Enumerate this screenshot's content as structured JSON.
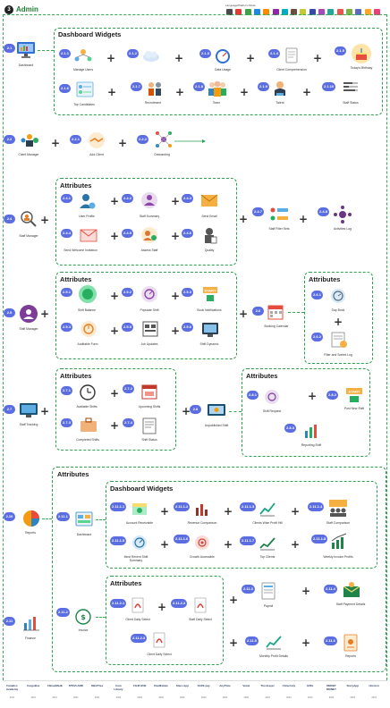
{
  "header": {
    "badge": "3",
    "title": "Admin"
  },
  "legend": {
    "title": "Language/Platform Mode",
    "colors": [
      "#4a4a4a",
      "#e53935",
      "#43a047",
      "#1e88e5",
      "#fb8c00",
      "#8e24aa",
      "#00acc1",
      "#6d4c41",
      "#c0ca33",
      "#3949ab",
      "#ab47bc",
      "#26a69a",
      "#ef5350",
      "#7cb342",
      "#5c6bc0",
      "#ffa726",
      "#ec407a"
    ]
  },
  "nodes": {
    "n2_1": {
      "badge": "2.1",
      "label": "Dashboard",
      "icon": "monitor-dashboard-icon"
    },
    "dash_title": "Dashboard Widgets",
    "w2_1_1": {
      "badge": "2.1.1",
      "label": "Manage Users",
      "icon": "users-network-icon"
    },
    "w2_1_2": {
      "badge": "2.1.2",
      "label": "",
      "icon": "cloud-icon"
    },
    "w2_1_3": {
      "badge": "2.1.3",
      "label": "Data Usage",
      "icon": "gauge-icon"
    },
    "w2_1_4": {
      "badge": "2.1.4",
      "label": "Client Comprehension",
      "icon": "document-icon"
    },
    "w2_1_5": {
      "badge": "2.1.5",
      "label": "Today's Birthday",
      "icon": "birthday-icon"
    },
    "w2_1_6": {
      "badge": "2.1.6",
      "label": "Top Candidates",
      "icon": "candidates-list-icon"
    },
    "w2_1_7": {
      "badge": "2.1.7",
      "label": "Recruitment",
      "icon": "recruitment-icon"
    },
    "w2_1_8": {
      "badge": "2.1.8",
      "label": "Team",
      "icon": "team-icon"
    },
    "w2_1_9": {
      "badge": "2.1.9",
      "label": "Talent",
      "icon": "person-icon"
    },
    "w2_1_10": {
      "badge": "2.1.10",
      "label": "Staff Status",
      "icon": "staff-status-icon"
    },
    "n2_2": {
      "badge": "2.2",
      "label": "Client Manager",
      "icon": "client-manager-icon"
    },
    "n2_2_1": {
      "badge": "2.2.1",
      "label": "Add Client",
      "icon": "handshake-icon"
    },
    "n2_2_2": {
      "badge": "2.2.2",
      "label": "Onboarding",
      "icon": "network-icon"
    },
    "n2_4": {
      "badge": "2.4",
      "label": "Staff Manager",
      "icon": "staff-manager-icon"
    },
    "attr1": "Attributes",
    "a2_4_1": {
      "badge": "2.4.1",
      "label": "User Profile",
      "icon": "user-profile-icon"
    },
    "a2_4_2": {
      "badge": "2.4.2",
      "label": "Staff Summary",
      "icon": "staff-summary-icon"
    },
    "a2_4_3": {
      "badge": "2.4.3",
      "label": "Send Email",
      "icon": "send-email-icon"
    },
    "a2_4_4": {
      "badge": "2.4.4",
      "label": "Send Welcome Invitation",
      "icon": "invitation-icon"
    },
    "a2_4_5": {
      "badge": "2.4.5",
      "label": "Assess Staff",
      "icon": "assess-icon"
    },
    "a2_4_6": {
      "badge": "2.4.6",
      "label": "Quality",
      "icon": "quality-icon"
    },
    "n2_4_7": {
      "badge": "2.4.7",
      "label": "Staff Filter Sets",
      "icon": "filter-sets-icon"
    },
    "n2_4_8": {
      "badge": "2.4.8",
      "label": "Activities Log",
      "icon": "activities-icon"
    },
    "n2_5": {
      "badge": "2.5",
      "label": "Shift Manager",
      "icon": "shift-manager-icon"
    },
    "attr2": "Attributes",
    "a2_5_1": {
      "badge": "2.5.1",
      "label": "Shift Balance",
      "icon": "shift-balance-icon"
    },
    "a2_5_2": {
      "badge": "2.5.2",
      "label": "Populate Shift",
      "icon": "populate-icon"
    },
    "a2_5_3": {
      "badge": "2.5.3",
      "label": "Book Notifications",
      "icon": "start-icon"
    },
    "a2_5_4": {
      "badge": "2.5.4",
      "label": "Auditable Form",
      "icon": "auditable-icon"
    },
    "a2_5_5": {
      "badge": "2.5.5",
      "label": "Job Updates",
      "icon": "job-updates-icon"
    },
    "a2_5_6": {
      "badge": "2.5.6",
      "label": "Shift Dynamic",
      "icon": "shift-dynamic-icon"
    },
    "n2_6": {
      "badge": "2.6",
      "label": "Booking Calendar",
      "icon": "calendar-icon"
    },
    "attr3": "Attributes",
    "a2_6_1": {
      "badge": "2.6.1",
      "label": "Day Book",
      "icon": "day-book-icon"
    },
    "a2_6_2": {
      "badge": "2.6.2",
      "label": "Filter and Sorted Log",
      "icon": "filter-log-icon"
    },
    "n2_7": {
      "badge": "2.7",
      "label": "Staff Tracking",
      "icon": "staff-tracking-icon"
    },
    "attr4": "Attributes",
    "a2_7_1": {
      "badge": "2.7.1",
      "label": "Available Shifts",
      "icon": "available-shifts-icon"
    },
    "a2_7_2": {
      "badge": "2.7.2",
      "label": "Upcoming Shifts",
      "icon": "upcoming-icon"
    },
    "a2_7_3": {
      "badge": "2.7.3",
      "label": "Completed Shifts",
      "icon": "completed-icon"
    },
    "a2_7_4": {
      "badge": "2.7.4",
      "label": "Shift Status",
      "icon": "shift-status-icon"
    },
    "n2_8": {
      "badge": "2.8",
      "label": "Unpublished Shift",
      "icon": "unpublished-icon"
    },
    "attr5": "Attributes",
    "a2_8_1": {
      "badge": "2.8.1",
      "label": "Shift Request",
      "icon": "shift-request-icon"
    },
    "a2_8_2": {
      "badge": "2.8.2",
      "label": "Post New Shift",
      "icon": "post-shift-icon"
    },
    "a2_8_3": {
      "badge": "2.8.3",
      "label": "Reporting Shift",
      "icon": "reporting-icon"
    },
    "n2_10": {
      "badge": "2.10",
      "label": "Reports",
      "icon": "reports-icon"
    },
    "attr6": "Attributes",
    "n2_11_1": {
      "badge": "2.11.1",
      "label": "Dashboard",
      "icon": "dashboard-panel-icon"
    },
    "dash2_title": "Dashboard Widgets",
    "r1": {
      "badge": "2.11.1.1",
      "label": "Account Receivable",
      "icon": "receivable-icon"
    },
    "r2": {
      "badge": "2.11.1.2",
      "label": "Revenue Comparison",
      "icon": "revenue-icon"
    },
    "r3": {
      "badge": "2.11.1.3",
      "label": "Clients Wise Profit Hill",
      "icon": "profit-chart-icon"
    },
    "r4": {
      "badge": "2.11.1.4",
      "label": "Staff Comparison",
      "icon": "staff-compare-icon"
    },
    "r5": {
      "badge": "2.11.1.5",
      "label": "Most Recent Shift Summary",
      "icon": "recent-shift-icon"
    },
    "r6": {
      "badge": "2.11.1.6",
      "label": "Growth Accessible",
      "icon": "growth-icon"
    },
    "r7": {
      "badge": "2.11.1.7",
      "label": "Top Clients",
      "icon": "top-clients-icon"
    },
    "r8": {
      "badge": "2.11.1.8",
      "label": "Weekly Invoice Profits",
      "icon": "invoice-profits-icon"
    },
    "n2_11": {
      "badge": "2.11",
      "label": "Finance",
      "icon": "finance-icon"
    },
    "n2_11_2": {
      "badge": "2.11.2",
      "label": "Invoice",
      "icon": "invoice-dollar-icon"
    },
    "attr7": "Attributes",
    "i1": {
      "badge": "2.11.2.1",
      "label": "Client Daily Select",
      "icon": "pdf-icon"
    },
    "i2": {
      "badge": "2.11.2.2",
      "label": "Staff Daily Select",
      "icon": "pdf-icon"
    },
    "i3": {
      "badge": "2.11.2.3",
      "label": "Client Daily Select",
      "icon": "pdf-icon"
    },
    "n2_11_3": {
      "badge": "2.11.3",
      "label": "Payroll",
      "icon": "payroll-icon"
    },
    "n2_11_4": {
      "badge": "2.11.4",
      "label": "Staff Payment Details",
      "icon": "payment-icon"
    },
    "n2_11_5": {
      "badge": "2.11.5",
      "label": "Monthly Profit Details",
      "icon": "monthly-profit-icon"
    },
    "n2_11_6": {
      "badge": "2.11.6",
      "label": "Reports",
      "icon": "reports-doc-icon"
    }
  },
  "footer_logos": [
    {
      "name": "Fanatics Academy",
      "sub": "2021"
    },
    {
      "name": "CargoBox",
      "sub": "2021"
    },
    {
      "name": "ClimaxMedia",
      "sub": "2021"
    },
    {
      "name": "STEVLAND",
      "sub": "2021"
    },
    {
      "name": "MindTree",
      "sub": "2021"
    },
    {
      "name": "Core Library",
      "sub": "2022"
    },
    {
      "name": "FILM HUB",
      "sub": "2022"
    },
    {
      "name": "RealEstate",
      "sub": "2022"
    },
    {
      "name": "Stars App",
      "sub": "2022"
    },
    {
      "name": "SAFE pay",
      "sub": "2022"
    },
    {
      "name": "AnyTime",
      "sub": "2022"
    },
    {
      "name": "Vesta",
      "sub": "2022"
    },
    {
      "name": "TrustLayer",
      "sub": "2023"
    },
    {
      "name": "University",
      "sub": "2023"
    },
    {
      "name": "AVEL",
      "sub": "2023"
    },
    {
      "name": "DERBY MONEY",
      "sub": "2023"
    },
    {
      "name": "StoryApp",
      "sub": "2023"
    },
    {
      "name": "Horizon",
      "sub": "2023"
    }
  ]
}
